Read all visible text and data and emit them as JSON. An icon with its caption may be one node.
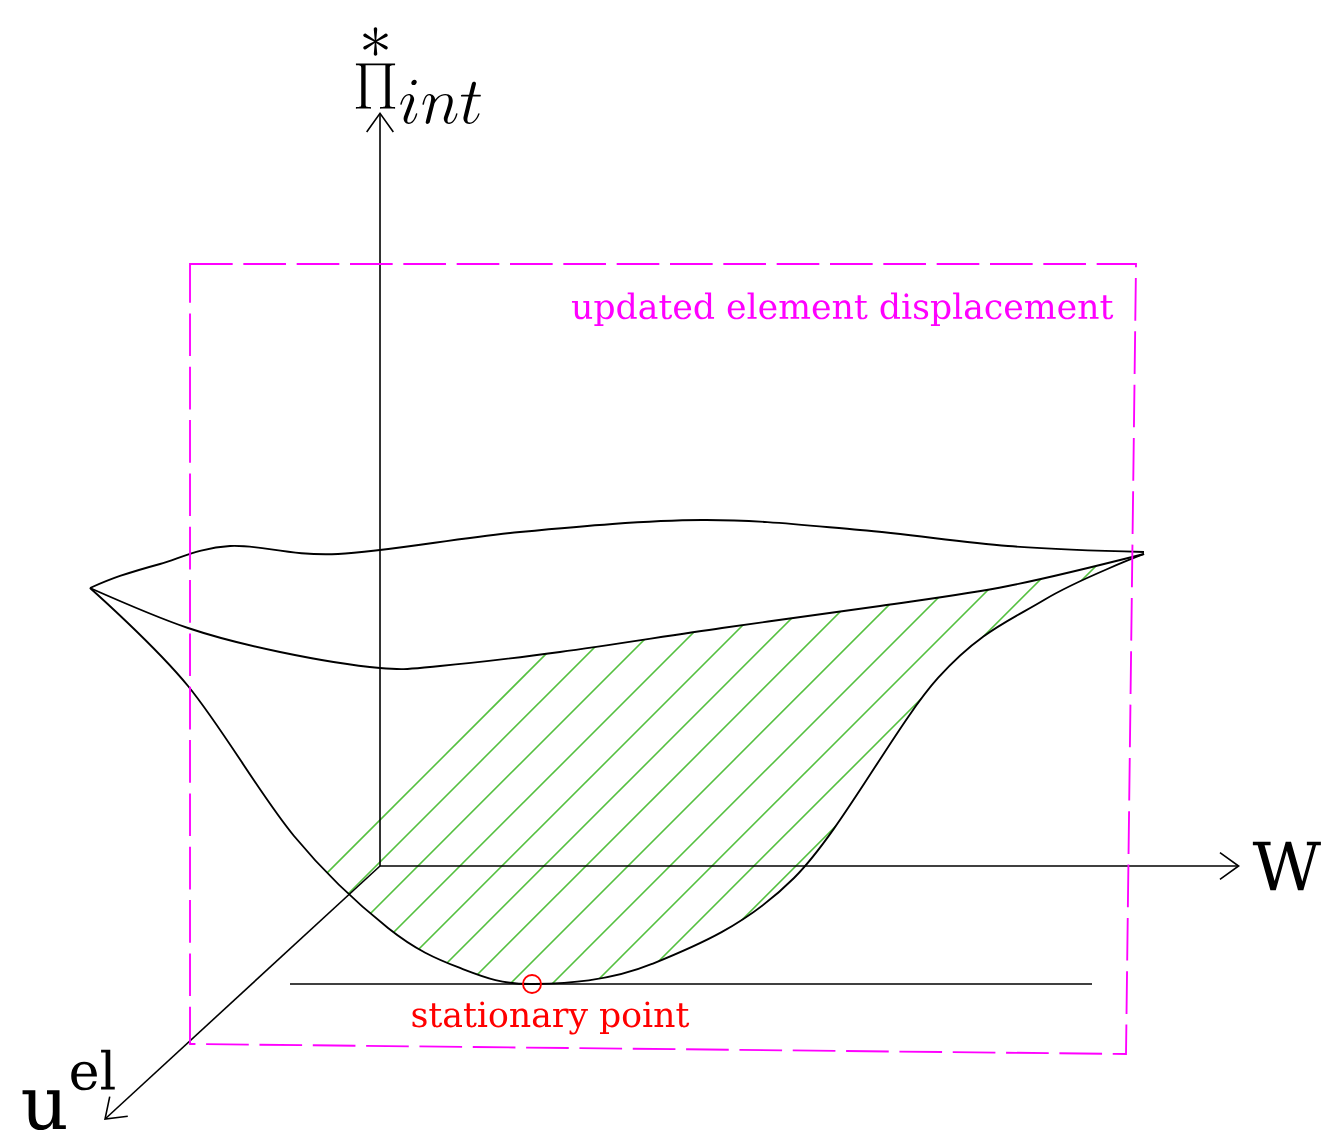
{
  "diagram": {
    "nodes": [
      {
        "text": [
          "updated element displacement"
        ]
      }
    ],
    "labels": [
      "\\stackrel{*}{\\Pi}_{int}",
      "W",
      "stationary point",
      "\\mathrm{u}^{\\mathrm{el}}"
    ]
  }
}
